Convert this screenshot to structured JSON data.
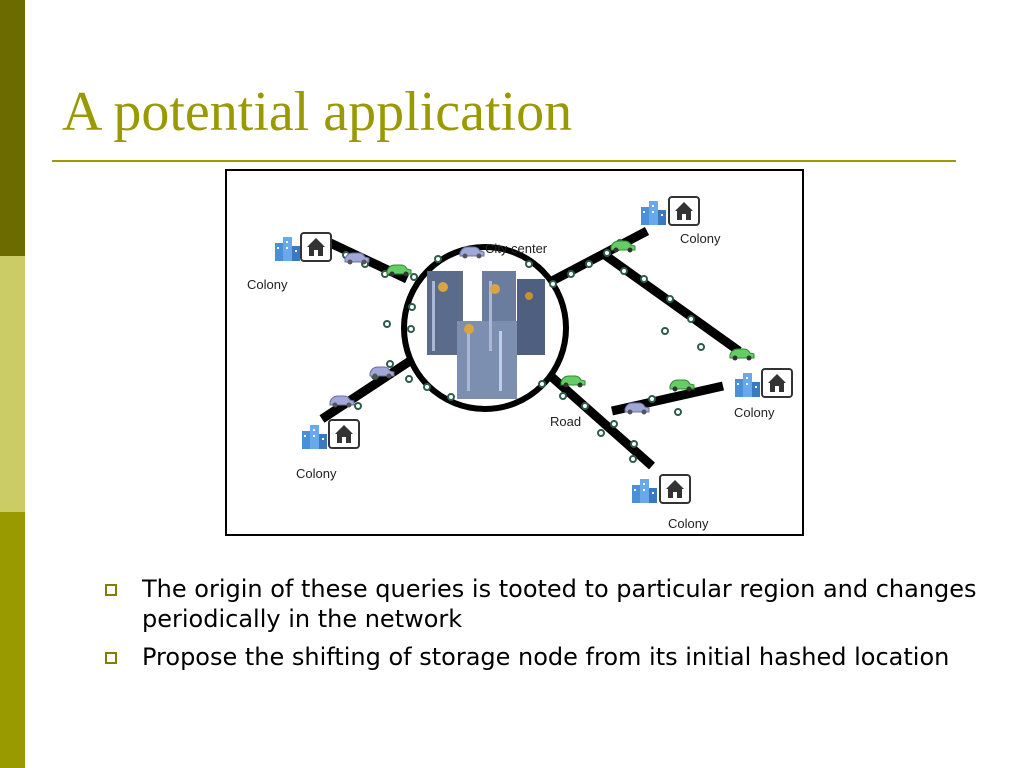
{
  "slide": {
    "title": "A potential application",
    "bullets": [
      "The origin of these queries is tooted to particular region and changes periodically in the network",
      "Propose the shifting of storage node from its initial hashed location"
    ]
  },
  "figure": {
    "labels": {
      "city_center": "City center",
      "road": "Road",
      "colony_top_left": "Colony",
      "colony_top_right": "Colony",
      "colony_right": "Colony",
      "colony_bottom_left": "Colony",
      "colony_bottom_right": "Colony"
    }
  },
  "colors": {
    "accent": "#999900",
    "sidebar_dark": "#6b6b00",
    "sidebar_light": "#cccc66",
    "road": "#000000",
    "node_fill": "#ffffff",
    "node_stroke": "#2e5c4c",
    "car_green": "#66cc66",
    "car_lavender": "#a0a8d8",
    "building_blue": "#4a90d9"
  }
}
